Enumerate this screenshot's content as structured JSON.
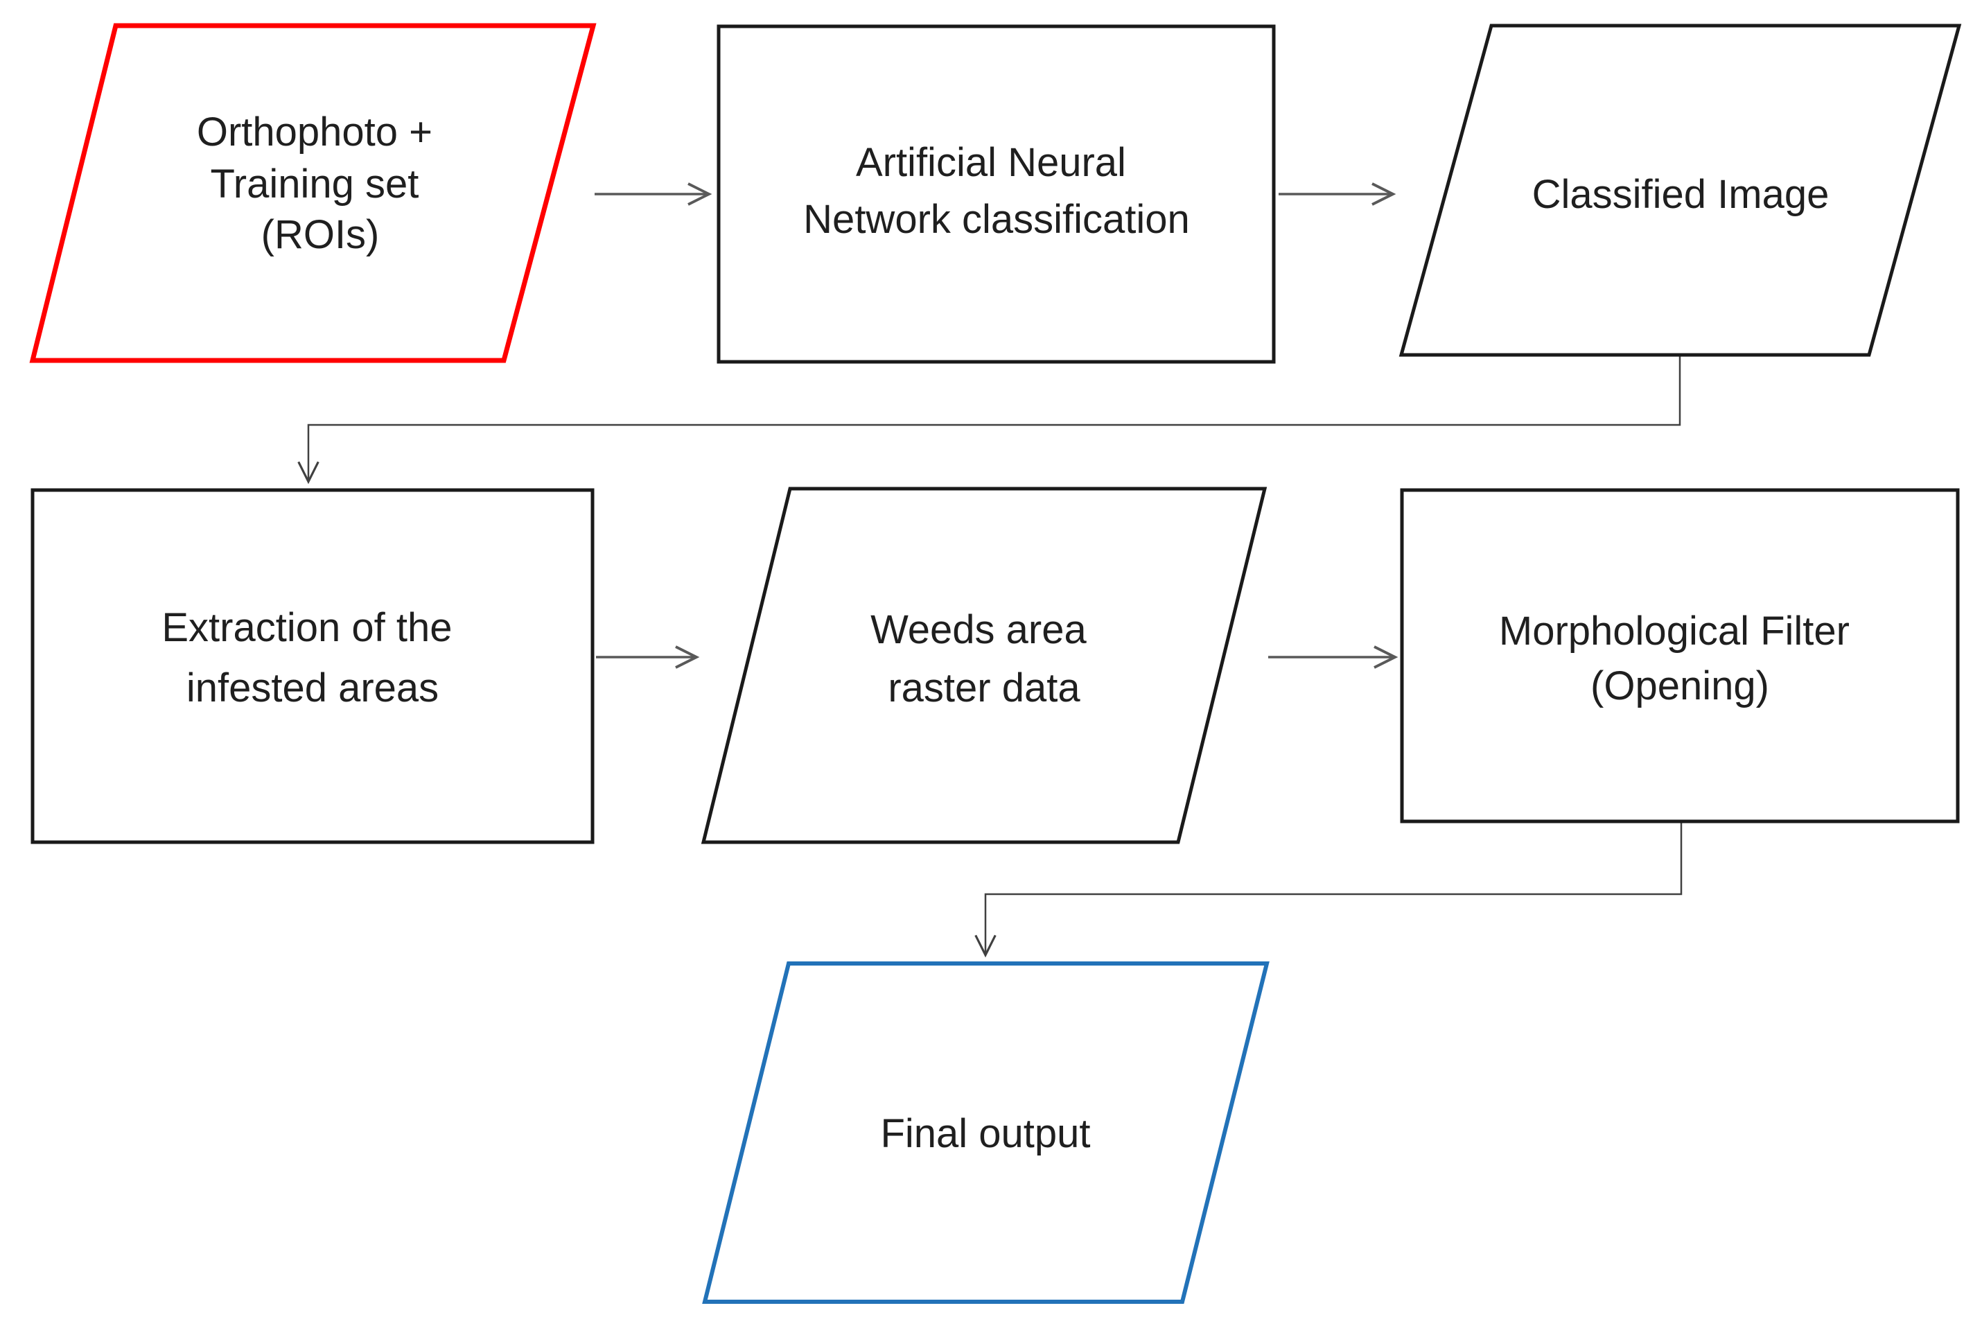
{
  "figure": {
    "type": "flowchart",
    "background": "#ffffff",
    "colors": {
      "input_border": "#ff0000",
      "process_border": "#1a1a1a",
      "data_border": "#1a1a1a",
      "output_border": "#2272b8",
      "arrow": "#595959",
      "connector": "#404040",
      "text": "#1f1f1f"
    }
  },
  "nodes": {
    "orthophoto": {
      "label": "Orthophoto + Training set (ROIs)",
      "lines": [
        "Orthophoto +",
        "Training set",
        "(ROIs)"
      ],
      "shape": "parallelogram",
      "role": "input",
      "border_color": "#ff0000"
    },
    "ann": {
      "label": "Artificial Neural Network classification",
      "lines": [
        "Artificial Neural",
        "Network classification"
      ],
      "shape": "rectangle",
      "role": "process",
      "border_color": "#1a1a1a"
    },
    "classified": {
      "label": "Classified Image",
      "lines": [
        "Classified Image"
      ],
      "shape": "parallelogram",
      "role": "data",
      "border_color": "#1a1a1a"
    },
    "extraction": {
      "label": "Extraction of the infested areas",
      "lines": [
        "Extraction of the",
        "infested areas"
      ],
      "shape": "rectangle",
      "role": "process",
      "border_color": "#1a1a1a"
    },
    "weeds": {
      "label": "Weeds area raster data",
      "lines": [
        "Weeds area",
        "raster data"
      ],
      "shape": "parallelogram",
      "role": "data",
      "border_color": "#1a1a1a"
    },
    "morphological": {
      "label": "Morphological Filter (Opening)",
      "lines": [
        "Morphological Filter",
        "(Opening)"
      ],
      "shape": "rectangle",
      "role": "process",
      "border_color": "#1a1a1a"
    },
    "final": {
      "label": "Final output",
      "lines": [
        "Final output"
      ],
      "shape": "parallelogram",
      "role": "output",
      "border_color": "#2272b8"
    }
  },
  "edges": [
    {
      "from": "orthophoto",
      "to": "ann",
      "type": "straight"
    },
    {
      "from": "ann",
      "to": "classified",
      "type": "straight"
    },
    {
      "from": "classified",
      "to": "extraction",
      "type": "elbow"
    },
    {
      "from": "extraction",
      "to": "weeds",
      "type": "straight"
    },
    {
      "from": "weeds",
      "to": "morphological",
      "type": "straight"
    },
    {
      "from": "morphological",
      "to": "final",
      "type": "elbow"
    }
  ]
}
